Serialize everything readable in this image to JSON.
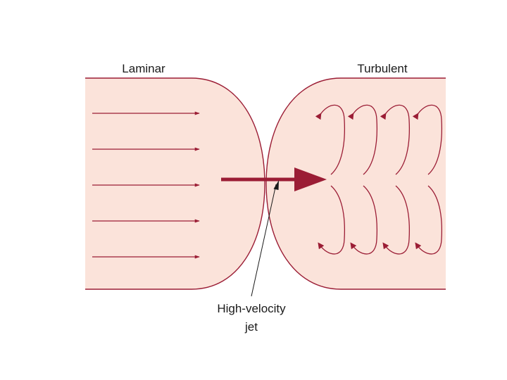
{
  "diagram": {
    "labels": {
      "laminar": "Laminar",
      "turbulent": "Turbulent",
      "jet_line1": "High-velocity",
      "jet_line2": "jet"
    },
    "colors": {
      "fill": "#fbe3da",
      "outline": "#9b1d35",
      "arrow": "#9b1d35",
      "leader": "#1a1a1a",
      "text": "#1a1a1a"
    }
  }
}
